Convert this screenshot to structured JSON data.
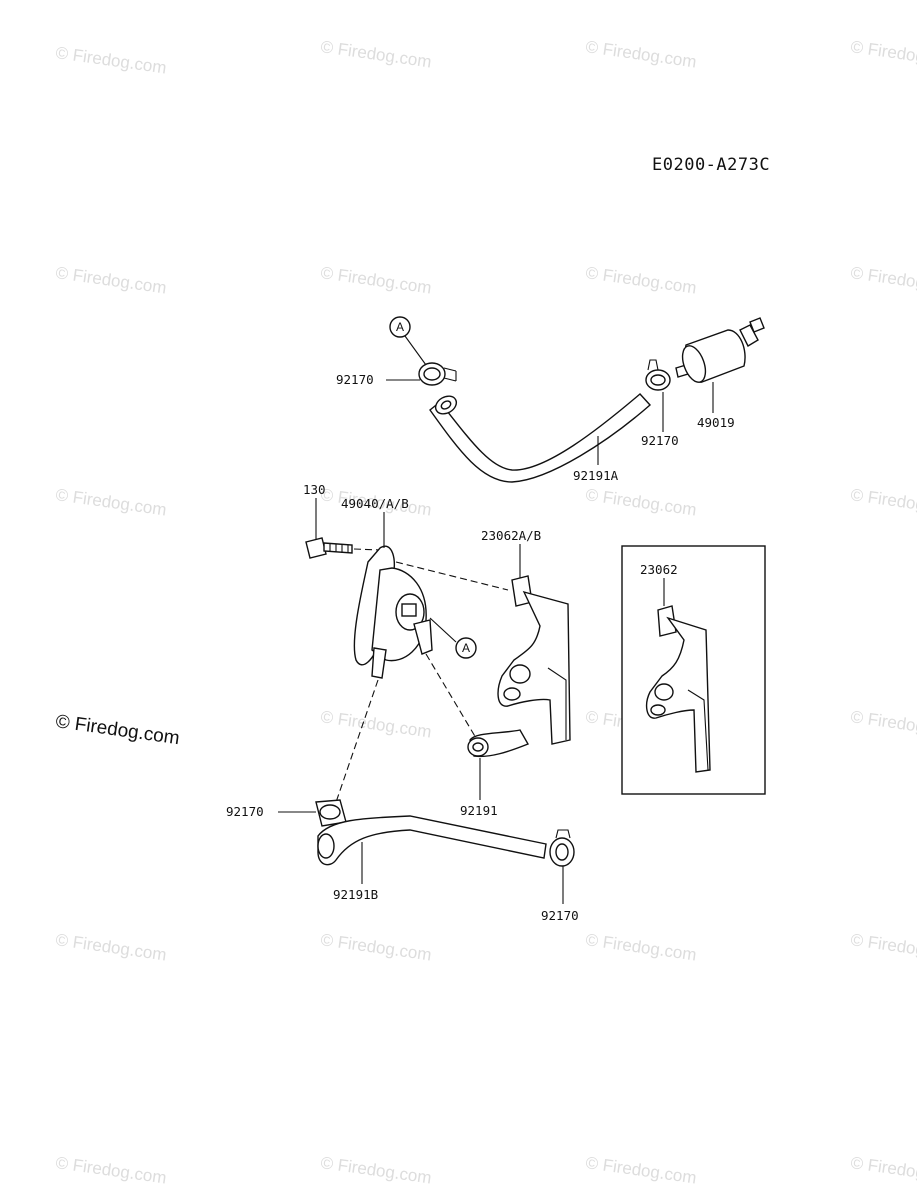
{
  "diagram": {
    "code": "E0200-A273C",
    "callout_letter": "A",
    "watermark": "© Firedog.com",
    "labels": {
      "p92170_top_left": "92170",
      "p49019": "49019",
      "p92170_top_right": "92170",
      "p92191a": "92191A",
      "p130": "130",
      "p49040": "49040/A/B",
      "p23062ab": "23062A/B",
      "p23062": "23062",
      "p92191": "92191",
      "p92170_left": "92170",
      "p92191b": "92191B",
      "p92170_bottom": "92170"
    }
  }
}
